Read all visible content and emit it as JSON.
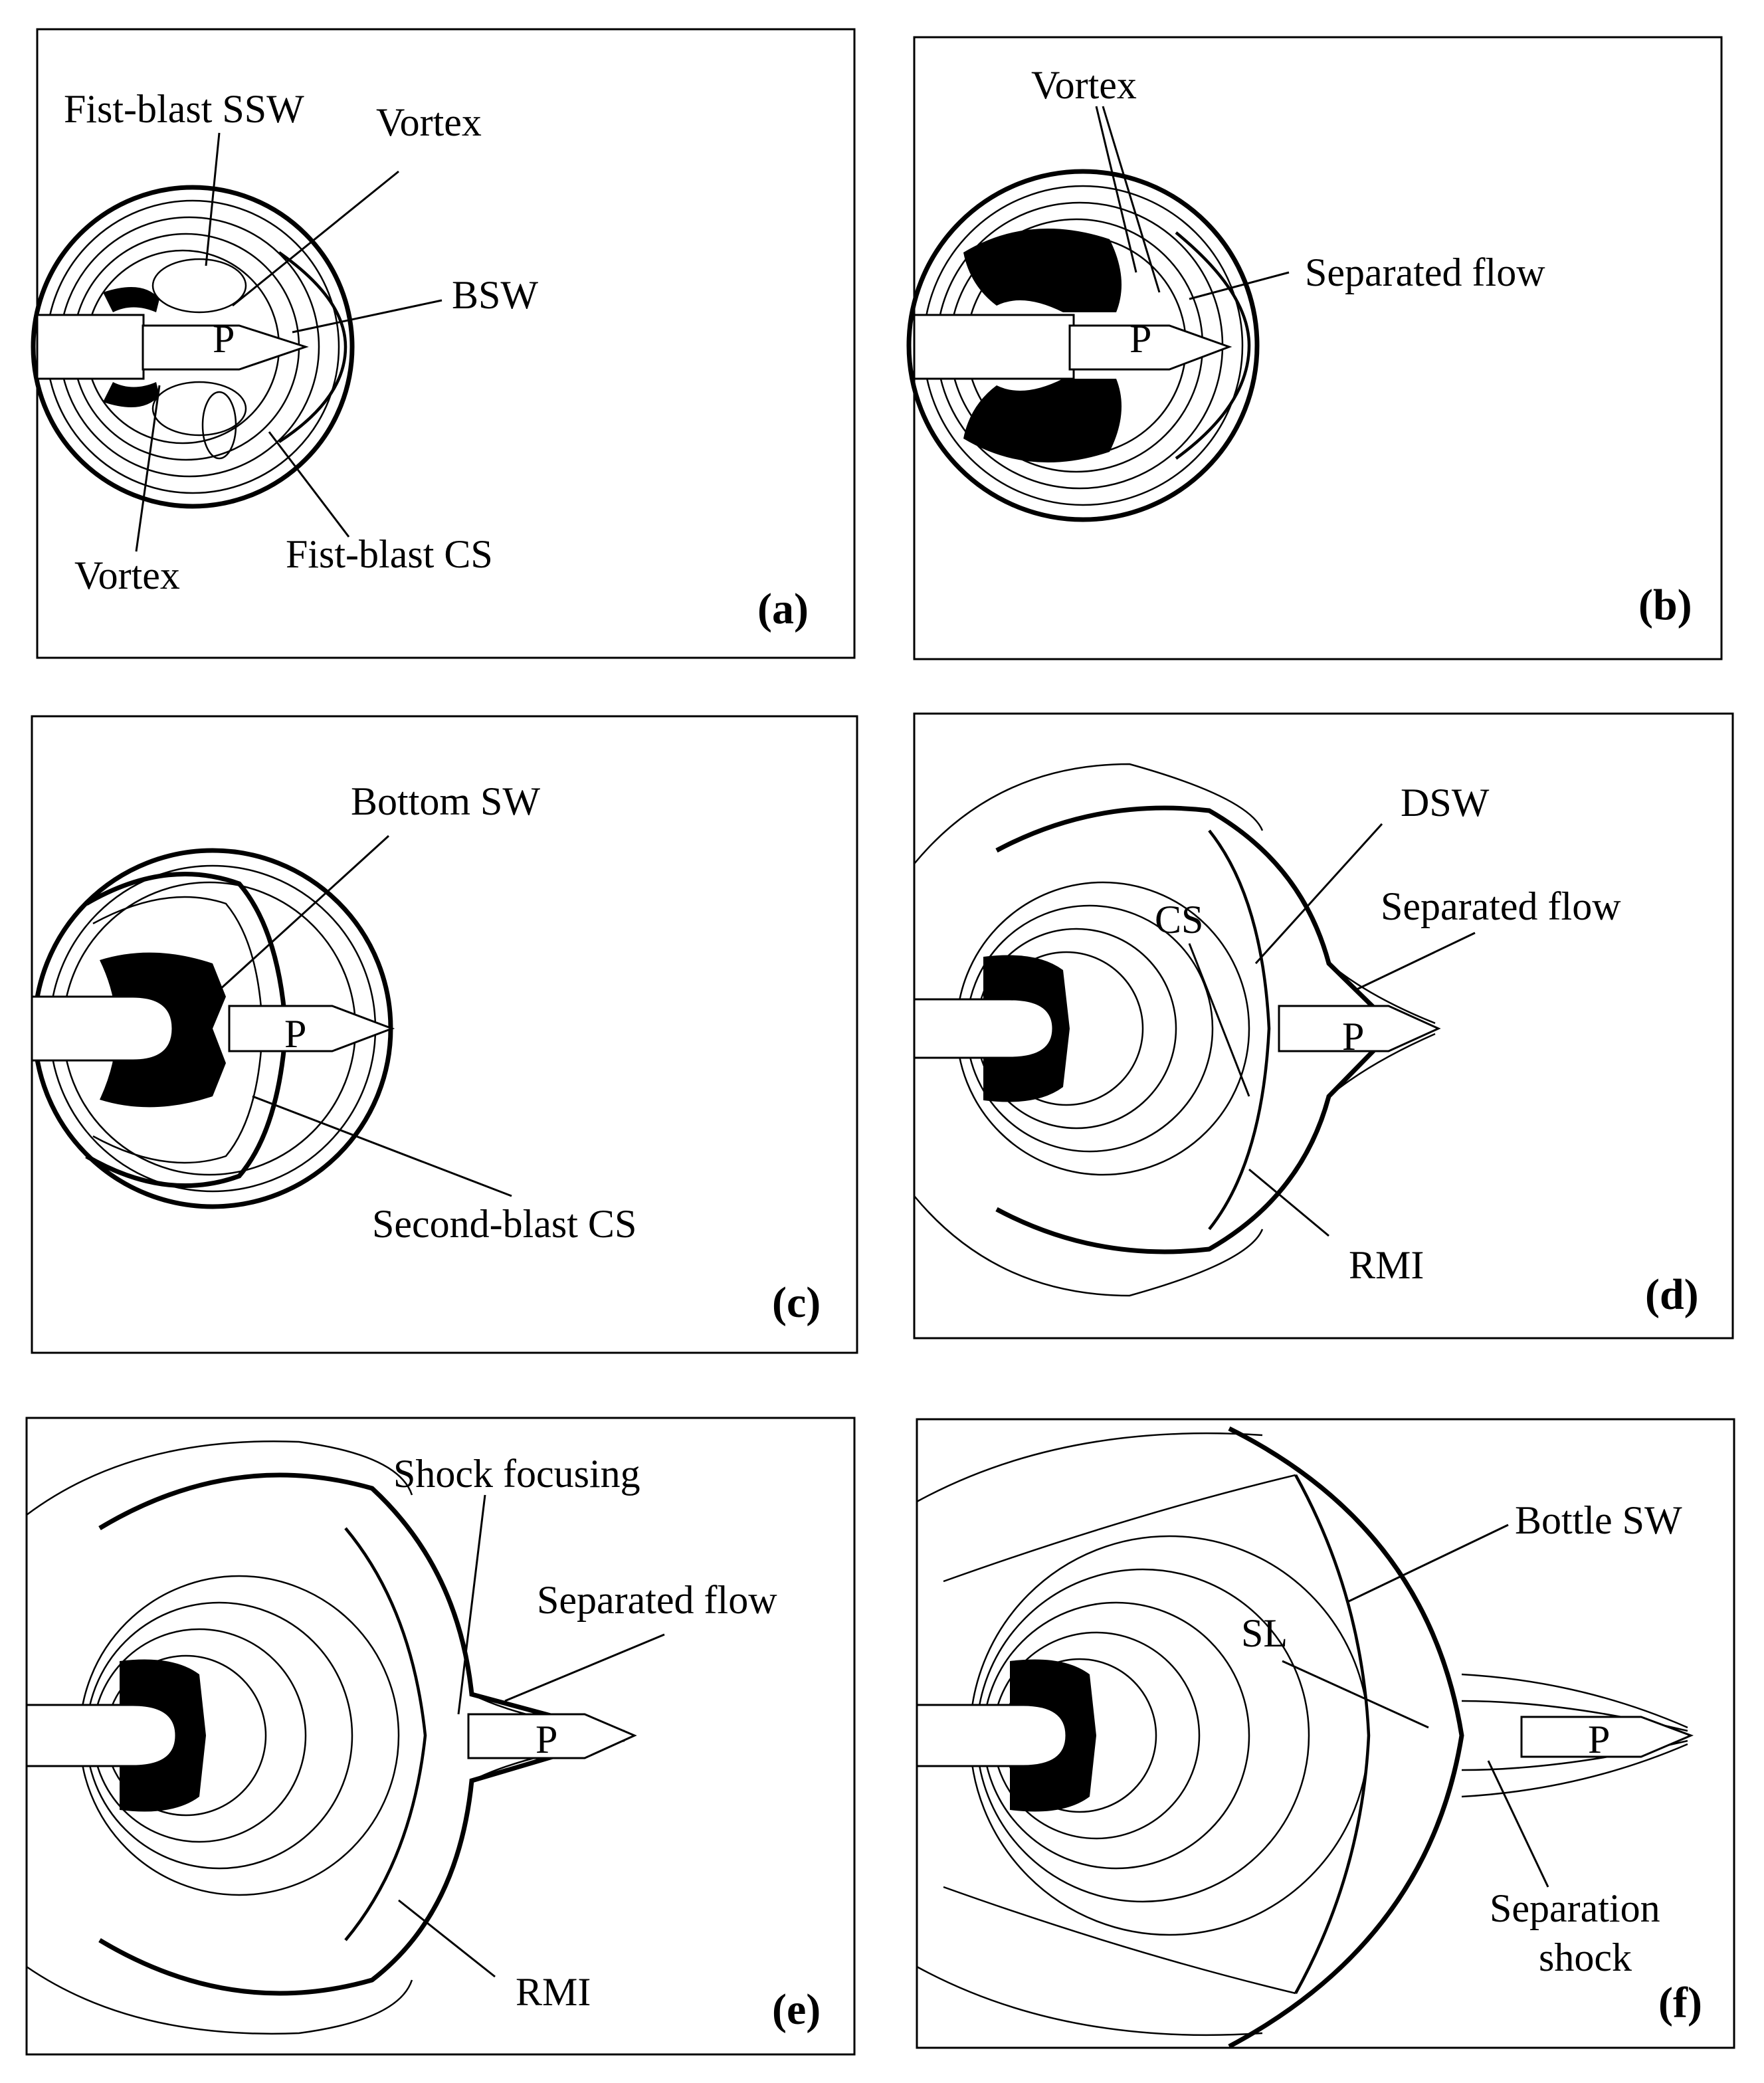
{
  "panels": {
    "a": {
      "tag": "(a)",
      "labels": {
        "fist_blast_ssw": "Fist-blast SSW",
        "vortex_top": "Vortex",
        "bsw": "BSW",
        "projectile": "P",
        "vortex_bottom": "Vortex",
        "fist_blast_cs": "Fist-blast CS"
      }
    },
    "b": {
      "tag": "(b)",
      "labels": {
        "vortex": "Vortex",
        "separated_flow": "Separated flow",
        "projectile": "P"
      }
    },
    "c": {
      "tag": "(c)",
      "labels": {
        "bottom_sw": "Bottom SW",
        "projectile": "P",
        "second_blast_cs": "Second-blast CS"
      }
    },
    "d": {
      "tag": "(d)",
      "labels": {
        "dsw": "DSW",
        "separated_flow": "Separated flow",
        "cs": "CS",
        "projectile": "P",
        "rmi": "RMI"
      }
    },
    "e": {
      "tag": "(e)",
      "labels": {
        "shock_focusing": "Shock focusing",
        "separated_flow": "Separated flow",
        "projectile": "P",
        "rmi": "RMI"
      }
    },
    "f": {
      "tag": "(f)",
      "labels": {
        "bottle_sw": "Bottle SW",
        "sl": "SL",
        "projectile": "P",
        "separation_shock_line1": "Separation",
        "separation_shock_line2": "shock"
      }
    }
  }
}
